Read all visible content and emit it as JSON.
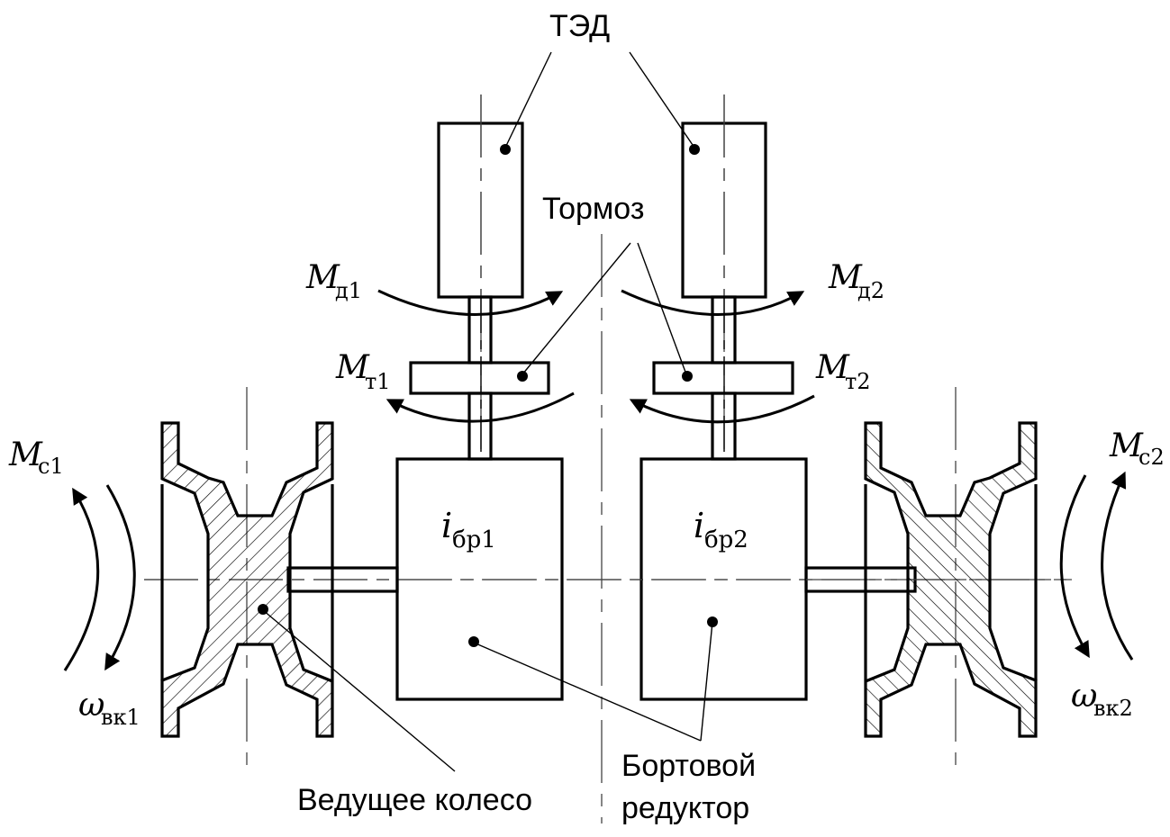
{
  "diagram": {
    "title": "Схема бортовой трансмиссии с ТЭД",
    "labels": {
      "motor": "ТЭД",
      "brake": "Тормоз",
      "wheel": "Ведущее колесо",
      "final_drive_line1": "Бортовой",
      "final_drive_line2": "редуктор"
    },
    "symbols": {
      "md1": {
        "main": "M",
        "sub": "д1"
      },
      "md2": {
        "main": "M",
        "sub": "д2"
      },
      "mt1": {
        "main": "M",
        "sub": "т1"
      },
      "mt2": {
        "main": "M",
        "sub": "т2"
      },
      "mc1": {
        "main": "M",
        "sub": "с1"
      },
      "mc2": {
        "main": "M",
        "sub": "с2"
      },
      "w1": {
        "main": "ω",
        "sub": "вк1"
      },
      "w2": {
        "main": "ω",
        "sub": "вк2"
      },
      "i1": {
        "main": "i",
        "sub": "бр1"
      },
      "i2": {
        "main": "i",
        "sub": "бр2"
      }
    },
    "colors": {
      "line": "#000000",
      "background": "#ffffff"
    }
  }
}
